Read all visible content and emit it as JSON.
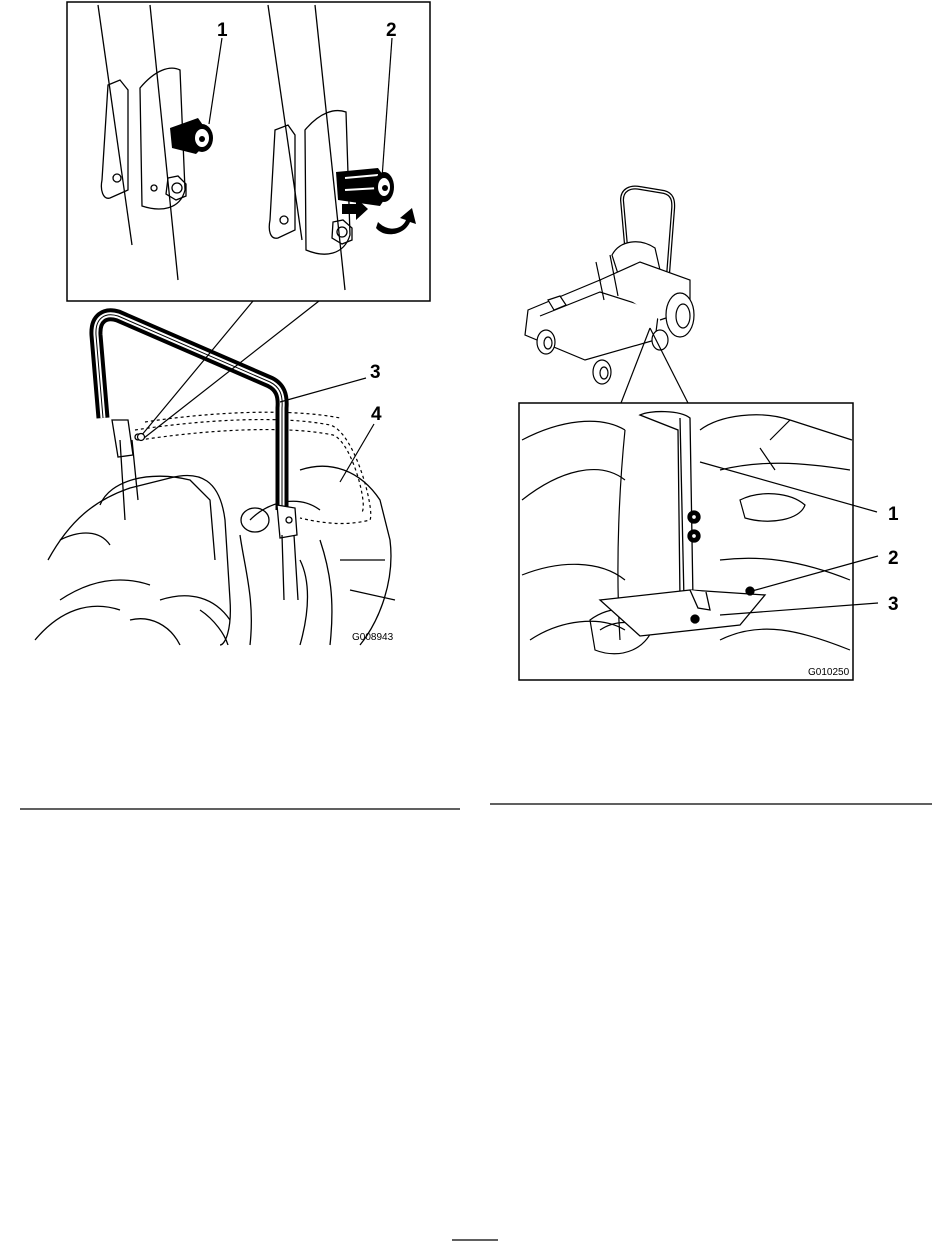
{
  "figure_left": {
    "callouts": [
      "1",
      "2",
      "3",
      "4"
    ],
    "code": "G008943"
  },
  "figure_right": {
    "callouts": [
      "1",
      "2",
      "3"
    ],
    "code": "G010250"
  },
  "icons": [
    "rollbar-pin-illustration",
    "mower-rollbar-mount-illustration"
  ]
}
